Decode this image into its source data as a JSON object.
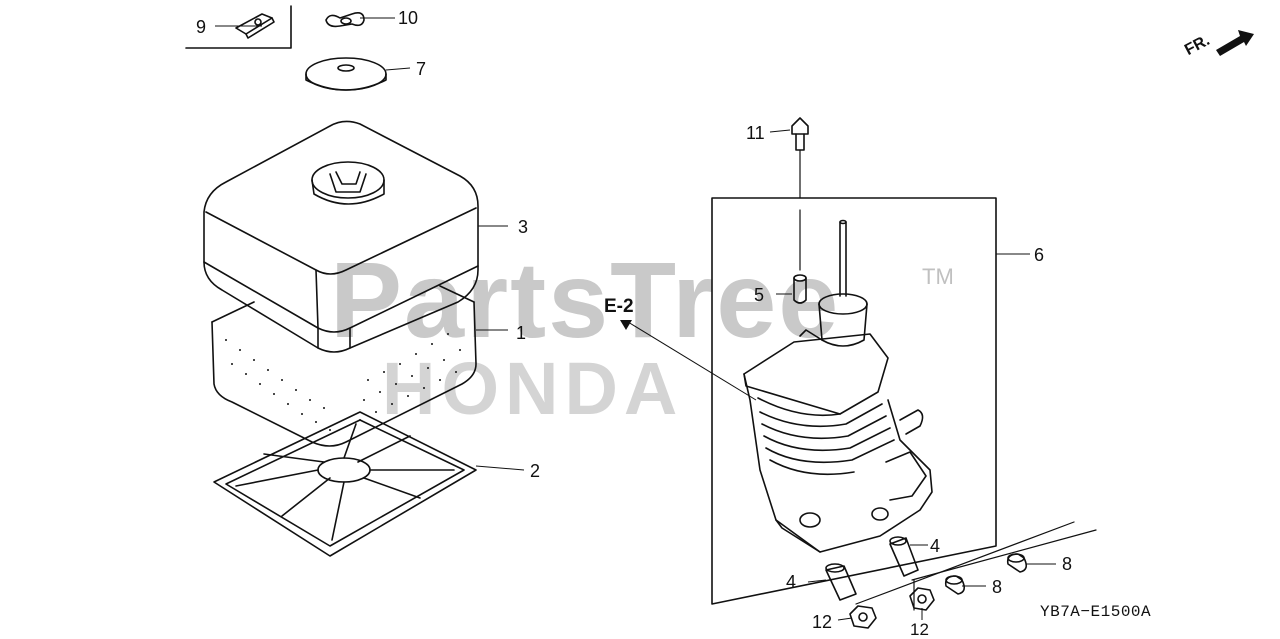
{
  "watermark": {
    "text": "PartsTree",
    "tm": "TM",
    "sub": "HONDA"
  },
  "ref_label": "E-2",
  "direction_label": "FR.",
  "diagram_code": "YB7A−E1500A",
  "callouts": {
    "p9": "9",
    "p10": "10",
    "p7": "7",
    "p3": "3",
    "p1": "1",
    "p2": "2",
    "p11": "11",
    "p5": "5",
    "p6": "6",
    "p4a": "4",
    "p4b": "4",
    "p8a": "8",
    "p8b": "8",
    "p12a": "12",
    "p12b": "12"
  }
}
